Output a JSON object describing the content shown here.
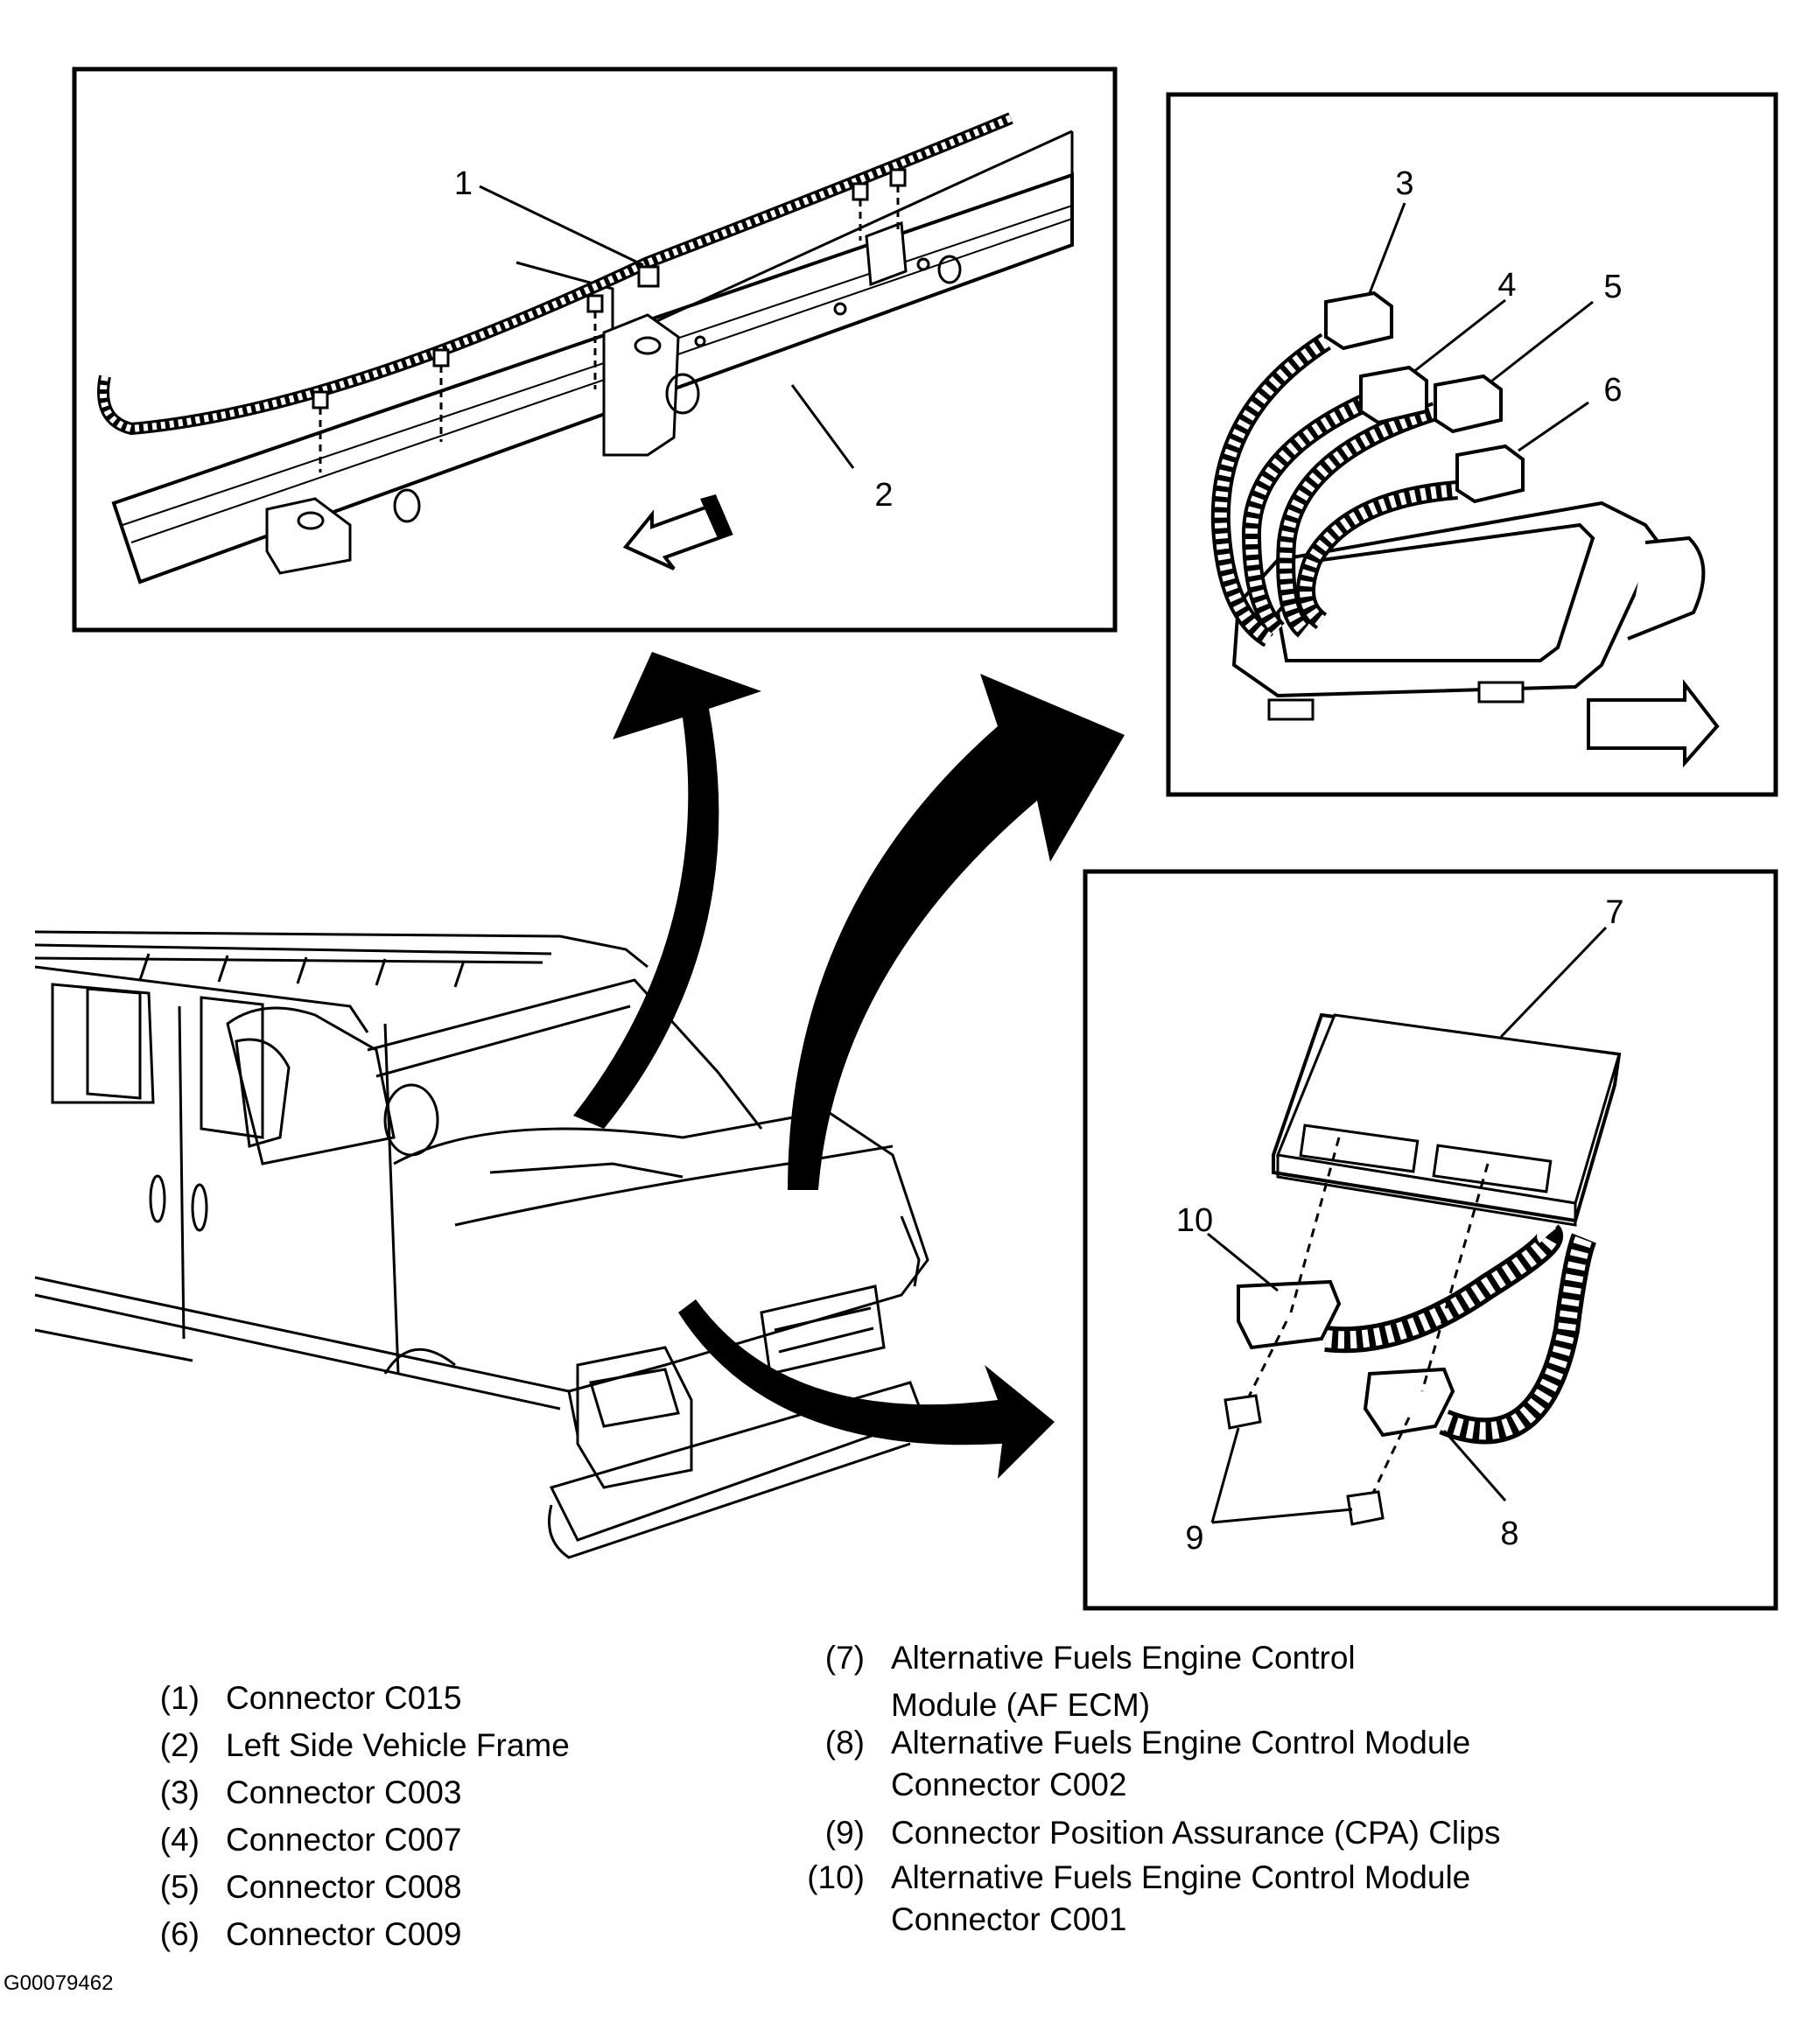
{
  "callouts": {
    "c1": "1",
    "c2": "2",
    "c3": "3",
    "c4": "4",
    "c5": "5",
    "c6": "6",
    "c7": "7",
    "c8": "8",
    "c9": "9",
    "c10": "10"
  },
  "legend_left": [
    {
      "num": "(1)",
      "text": "Connector C015"
    },
    {
      "num": "(2)",
      "text": "Left Side Vehicle Frame"
    },
    {
      "num": "(3)",
      "text": "Connector C003"
    },
    {
      "num": "(4)",
      "text": "Connector C007"
    },
    {
      "num": "(5)",
      "text": "Connector C008"
    },
    {
      "num": "(6)",
      "text": "Connector C009"
    }
  ],
  "legend_right": [
    {
      "num": "(7)",
      "line1": "Alternative Fuels Engine Control",
      "line2": "Module (AF ECM)"
    },
    {
      "num": "(8)",
      "line1": "Alternative Fuels Engine Control Module",
      "line2": "Connector C002"
    },
    {
      "num": "(9)",
      "line1": "Connector Position Assurance (CPA) Clips",
      "line2": ""
    },
    {
      "num": "(10)",
      "line1": "Alternative Fuels Engine Control Module",
      "line2": "Connector C001"
    }
  ],
  "figure_id": "G00079462",
  "colors": {
    "ink": "#000000",
    "paper": "#ffffff"
  }
}
